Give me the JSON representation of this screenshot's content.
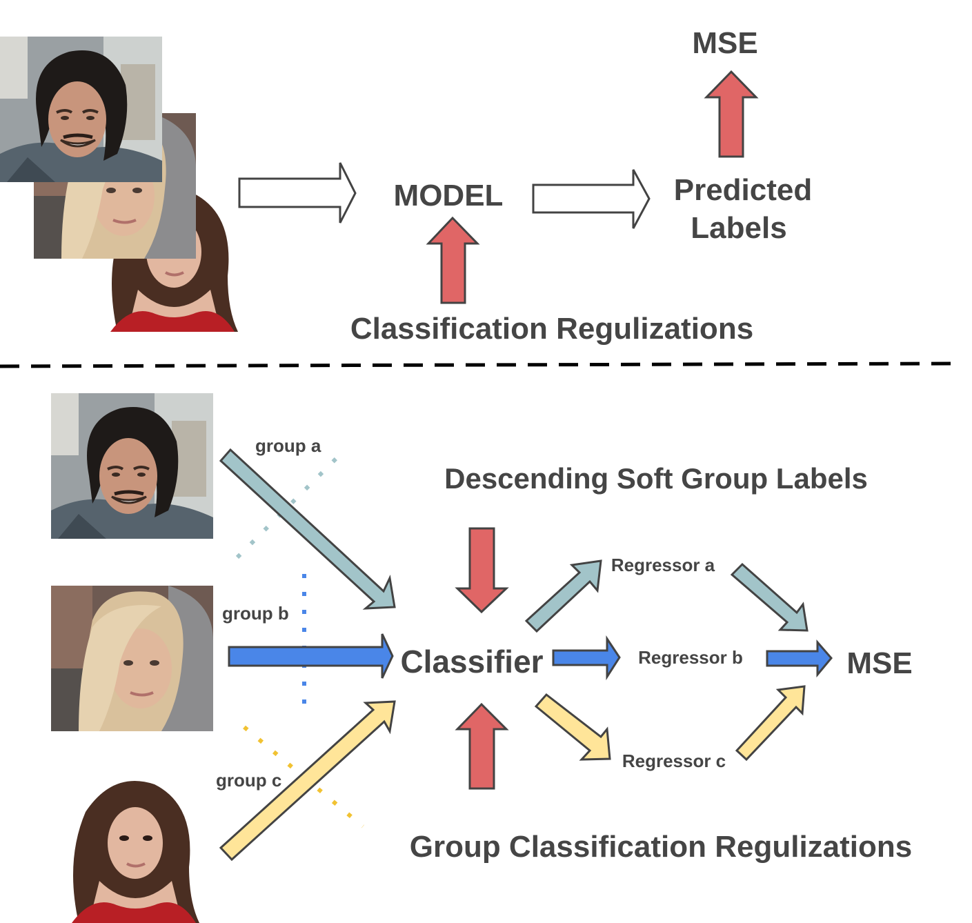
{
  "colors": {
    "text": "#454545",
    "red_arrow": "#e06666",
    "teal_arrow": "#a2c4c9",
    "blue_arrow": "#4a86e8",
    "yellow_arrow": "#ffe599",
    "outline": "#434343",
    "dots_teal": "#a2c4c9",
    "dots_blue": "#4a86e8",
    "dots_yellow": "#f1c232"
  },
  "top": {
    "model": "MODEL",
    "mse": "MSE",
    "predicted_line1": "Predicted",
    "predicted_line2": "Labels",
    "regularization": "Classification Regulizations"
  },
  "bottom": {
    "soft_labels": "Descending Soft Group Labels",
    "classifier": "Classifier",
    "mse": "MSE",
    "regressor_a": "Regressor a",
    "regressor_b": "Regressor b",
    "regressor_c": "Regressor c",
    "group_a": "group a",
    "group_b": "group b",
    "group_c": "group c",
    "regularization": "Group Classification Regulizations"
  },
  "photos": {
    "man": "face-photo-man",
    "blonde": "face-photo-blonde-woman",
    "brunette": "face-photo-brunette-woman"
  }
}
